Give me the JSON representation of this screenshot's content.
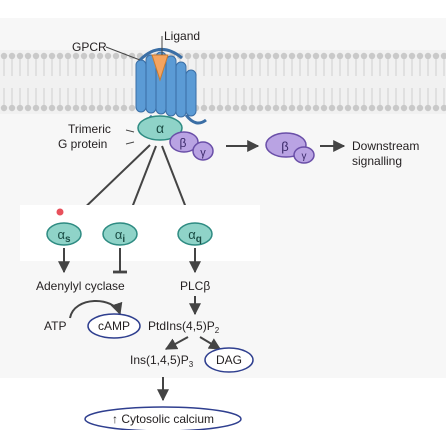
{
  "labels": {
    "gpcr": "GPCR",
    "ligand": "Ligand",
    "trimeric_line1": "Trimeric",
    "trimeric_line2": "G protein",
    "alpha": "α",
    "beta": "β",
    "gamma": "γ",
    "downstream_line1": "Downstream",
    "downstream_line2": "signalling"
  },
  "subunits": [
    {
      "greek": "α",
      "sub": "s"
    },
    {
      "greek": "α",
      "sub": "i"
    },
    {
      "greek": "α",
      "sub": "q"
    }
  ],
  "targets": {
    "adenylyl_cyclase": "Adenylyl cyclase",
    "plc_beta": "PLCβ"
  },
  "molecules": {
    "atp": "ATP",
    "camp": "cAMP",
    "ptdins_main": "PtdIns(4,5)P",
    "ptdins_sub": "2",
    "ins_main": "Ins(1,4,5)P",
    "ins_sub": "3",
    "dag": "DAG",
    "cytosolic_calcium": "↑ Cytosolic calcium"
  },
  "colors": {
    "membrane_bg": "#f1f1f1",
    "lipid_head": "#c9c9c9",
    "lipid_tail": "#d6d6d6",
    "receptor": "#5b9bd5",
    "receptor_dark": "#3a6ea5",
    "ligand": "#f4a460",
    "g_alpha": "#8fd3c8",
    "g_alpha_stroke": "#2e8b82",
    "g_beta": "#b9a3e3",
    "g_beta_stroke": "#6a4fa8",
    "oval_stroke": "#2f3f8f",
    "arrow": "#444444",
    "text": "#231f20",
    "red_dot": "#e8505b"
  }
}
